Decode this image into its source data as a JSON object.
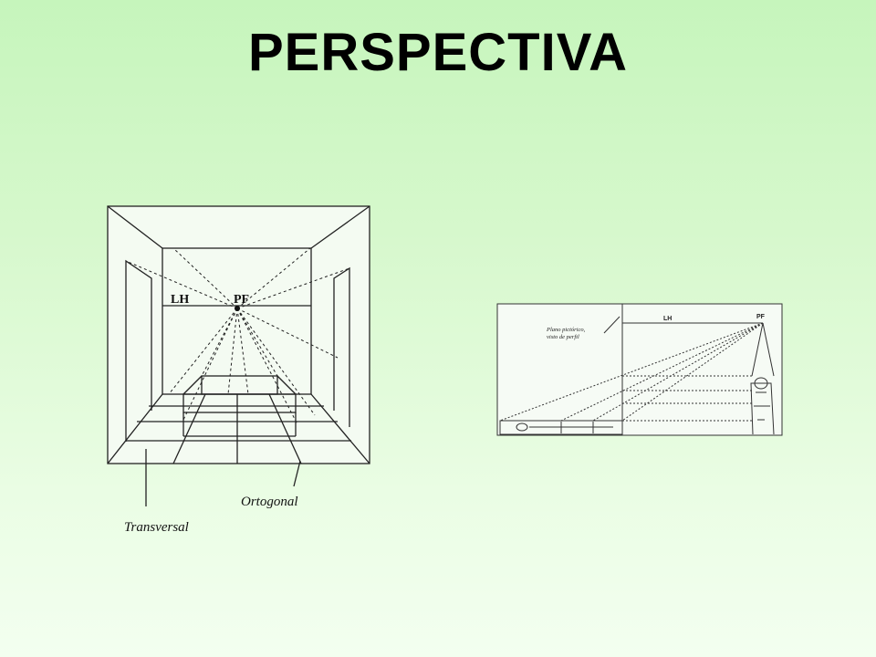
{
  "slide": {
    "title": "PERSPECTIVA",
    "background_color": "#c6f5bc"
  },
  "room_diagram": {
    "lh_label": "LH",
    "pf_label": "PF",
    "transversal_label": "Transversal",
    "ortogonal_label": "Ortogonal"
  },
  "profile_diagram": {
    "lh_label": "LH",
    "pf_label": "PF",
    "picture_plane_label_line1": "Plano pictórico,",
    "picture_plane_label_line2": "visto de perfil"
  }
}
